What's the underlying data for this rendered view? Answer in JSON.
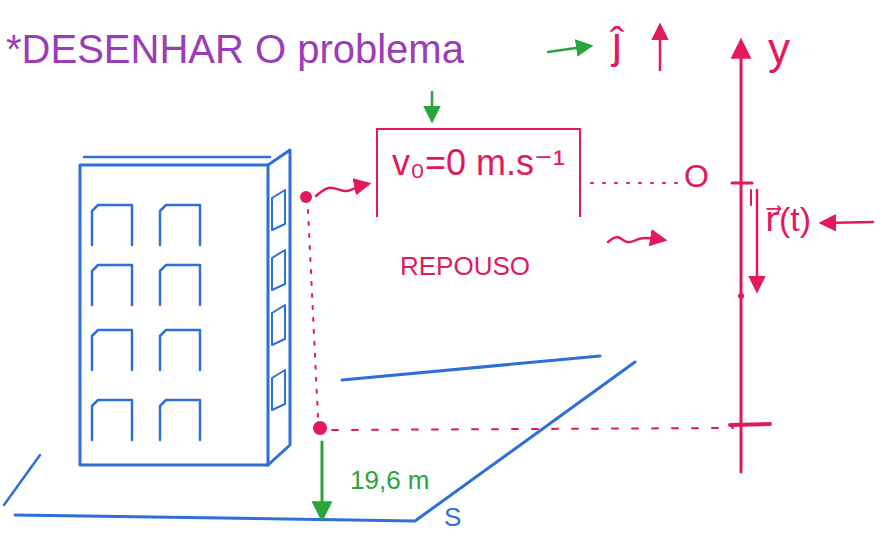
{
  "diagram": {
    "title": "*DESENHAR O problema",
    "nodes": [
      {
        "text": [
          "v₀=0 m.s⁻¹"
        ]
      }
    ],
    "labels": [
      "ĵ",
      "y",
      "O",
      "r⃗(t)",
      "REPOUSO",
      "19,6 m",
      "S"
    ]
  }
}
